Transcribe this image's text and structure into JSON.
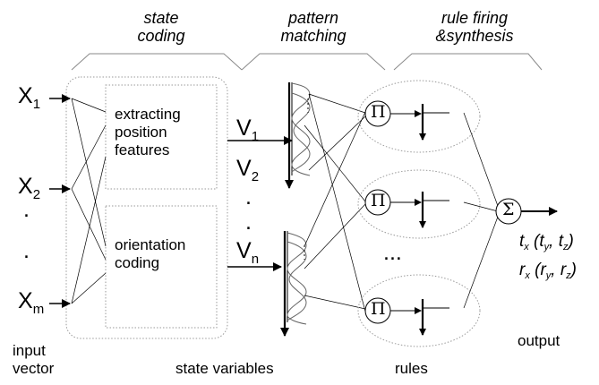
{
  "headers": {
    "state_coding": [
      "state",
      "coding"
    ],
    "pattern_matching": [
      "pattern",
      "matching"
    ],
    "rule_firing": [
      "rule firing",
      "&synthesis"
    ]
  },
  "inputs": {
    "x1": {
      "base": "X",
      "sub": "1"
    },
    "x2": {
      "base": "X",
      "sub": "2"
    },
    "dots": ".",
    "xm": {
      "base": "X",
      "sub": "m"
    }
  },
  "blocks": {
    "position": [
      "extracting",
      "position",
      "features"
    ],
    "orientation": [
      "orientation",
      "coding"
    ]
  },
  "state_vars": {
    "v1": {
      "base": "V",
      "sub": "1"
    },
    "v2": {
      "base": "V",
      "sub": "2"
    },
    "vn": {
      "base": "V",
      "sub": "n"
    },
    "dot": "."
  },
  "rules": {
    "product_symbol": "Π",
    "ellipsis": "...",
    "sum_symbol": "Σ"
  },
  "outputs": {
    "t": {
      "main": "t",
      "main_sub": "x",
      "p1": "t",
      "p1_sub": "y",
      "p2": "t",
      "p2_sub": "z"
    },
    "r": {
      "main": "r",
      "main_sub": "x",
      "p1": "r",
      "p1_sub": "y",
      "p2": "r",
      "p2_sub": "z"
    }
  },
  "bottom_labels": {
    "input_vector": [
      "input",
      "vector"
    ],
    "state_variables": "state variables",
    "rules": "rules",
    "output": "output"
  },
  "colors": {
    "line": "#000000",
    "dotted": "#9a9a9a",
    "bracket": "#8a8a8a"
  }
}
